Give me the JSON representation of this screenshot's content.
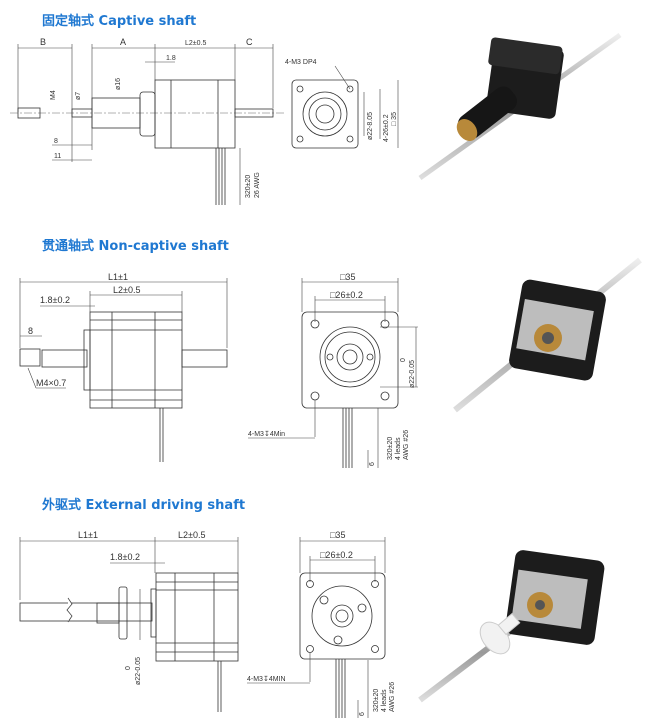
{
  "sections": [
    {
      "title": "固定轴式  Captive shaft",
      "labels": {
        "B": "B",
        "A": "A",
        "L2": "L2±0.5",
        "C": "C",
        "d18": "1.8",
        "phi16": "ø16",
        "M4": "M4",
        "phi7": "ø7",
        "d8": "8",
        "d11": "11",
        "holes": "4-M3 DP4",
        "phi22": "ø22-8.05",
        "bolt": "4-26±0.2",
        "sq": "□ 35",
        "wire": "320±20",
        "awg": "26 AWG"
      }
    },
    {
      "title": "贯通轴式  Non-captive shaft",
      "labels": {
        "L1": "L1±1",
        "L2": "L2±0.5",
        "d18": "1.8±0.2",
        "d8": "8",
        "thread": "M4×0.7",
        "sq": "□35",
        "bolt": "□26±0.2",
        "phi22": "ø22-0.05",
        "zero": "0",
        "holes": "4-M3↧4Min",
        "wire": "320±20",
        "leads": "4 leads",
        "awg": "AWG #26",
        "d6": "6"
      }
    },
    {
      "title": "外驱式  External driving shaft",
      "labels": {
        "L1": "L1±1",
        "L2": "L2±0.5",
        "d18": "1.8±0.2",
        "phi22": "ø22-0.05",
        "zero": "0",
        "sq": "□35",
        "bolt": "□26±0.2",
        "holes": "4-M3↧4MIN",
        "wire": "320±20",
        "leads": "4 leads",
        "awg": "AWG #26",
        "d6": "6"
      }
    }
  ],
  "colors": {
    "title": "#1f78d1",
    "motor_body": "#1c1c1c",
    "motor_flange": "#b9b9b9",
    "brass": "#b8893a",
    "nut_white": "#f2f2f2"
  }
}
